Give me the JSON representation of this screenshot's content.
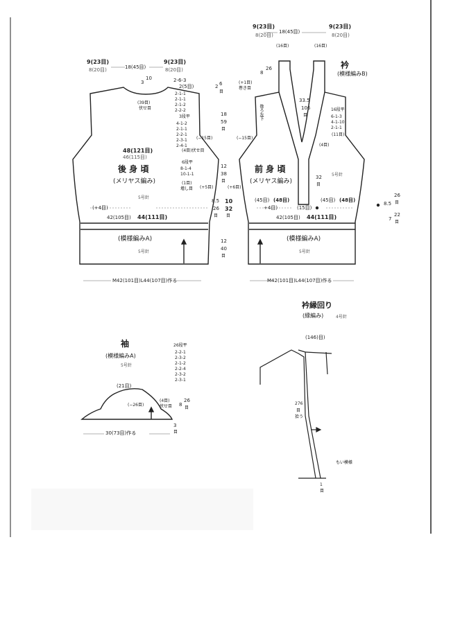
{
  "back": {
    "title": "後 身 頃",
    "subtitle": "(メリヤス編み)",
    "needle": "5号針",
    "band_label": "(模様編みA)",
    "band_needle": "5号針",
    "shoulder_left": "9(23目)",
    "shoulder_left_sub": "8(20目)",
    "neck_width": "18(45目)",
    "shoulder_right": "9(23目)",
    "shoulder_right_sub": "8(20目)",
    "neck_drop": "3",
    "neck_drop2": "10",
    "neck_shape": "2-6-3",
    "neck_shape2": "2(5目)",
    "neck_bind": "(39目)",
    "neck_bind2": "伏せ目",
    "shoulder_dec": "2-1-1\n2-1-1\n2-1-2\n2-2-2",
    "armhole_top": "3段平",
    "armhole_dec": "4-1-2\n2-1-1\n2-2-1\n2-3-1\n2-4-1",
    "armhole_bind": "(4目)伏せ目",
    "armhole_15": "(−15目)",
    "side_top": "6段平",
    "side_dec": "8-1-4\n10-1-1",
    "side_1": "(1目)",
    "side_1b": "増し目",
    "width_chest": "48(121目)",
    "width_chest2": "46(115目)",
    "inc_4": "(+4目)",
    "width_hem": "42(105目)",
    "width_hem_bold": "44(111目)",
    "hem_note": "M42(101目)L44(107目)作る",
    "plus5": "(+5目)"
  },
  "center": {
    "v1": "18",
    "v1b": "59",
    "v1c": "目",
    "v2": "12",
    "v2b": "38",
    "v2c": "目",
    "v3": "8.5",
    "v3b": "26",
    "v3c": "目",
    "v3d": "10",
    "v3e": "32",
    "v3f": "目",
    "v4": "12",
    "v4b": "40",
    "v4c": "目",
    "shoulder": "2",
    "shoulder_b": "6",
    "shoulder_c": "目"
  },
  "front": {
    "title": "前 身 頃",
    "subtitle": "(メリヤス編み)",
    "needle": "5号針",
    "band_label": "(模様編みA)",
    "band_needle": "5号針",
    "collar_title": "衿",
    "collar_sub": "(模様編みB)",
    "shoulder_left": "9(23目)",
    "shoulder_left_sub": "8(20目)",
    "neck_width": "18(45目)",
    "shoulder_right": "9(23目)",
    "shoulder_right_sub": "8(20目)",
    "collar_w1": "(16目)",
    "collar_w2": "(16目)",
    "collar_h": "33.5",
    "collar_h2": "106",
    "collar_h3": "目",
    "neck_26": "26",
    "neck_8": "8",
    "plus1": "(+1目)",
    "plus1b": "巻き目",
    "armhole_15": "(−15目)",
    "rows_16": "16段平",
    "dec_lines": "6-1-3\n4-1-10\n2-1-1",
    "dec_11": "(11目)",
    "dec_4": "(4目)",
    "neck_32": "32",
    "neck_32b": "目",
    "width_45": "(45目)",
    "width_48": "(48目)",
    "width_45b": "(45目)",
    "width_48b": "(48目)",
    "plus4": "+4目)",
    "gap_15": "(15目)",
    "width_hem": "42(105目)",
    "width_hem_bold": "44(111目)",
    "hem_note": "M42(101目)L44(107目)作る",
    "plus6": "(+6目)",
    "side_85": "8.5",
    "side_26": "26",
    "side_26b": "目",
    "side_7": "7",
    "side_22": "22",
    "side_22b": "目",
    "vtext": "後ろ左下"
  },
  "sleeve": {
    "title": "袖",
    "subtitle": "(模様編みA)",
    "needle": "5号針",
    "top_stitches": "(21目)",
    "dec_26": "(−26目)",
    "bind_4": "(4目)",
    "bind_4b": "伏せ目",
    "rows_26": "26段平",
    "rows_dec": "2-2-1\n2-3-2\n2-1-2\n2-2-4\n2-3-2\n2-3-1",
    "side_8": "8",
    "side_26": "26",
    "side_26b": "目",
    "width": "30(73目)作る",
    "bottom_3": "3",
    "bottom_3b": "目"
  },
  "edging": {
    "title": "衿縁回り",
    "subtitle": "(縁編み)",
    "needle": "4号針",
    "top_stitches": "(146)目)",
    "side_note": "276",
    "side_note2": "目",
    "side_note3": "拾う",
    "pattern_note": "もい模様",
    "bottom": "1",
    "bottom2": "目"
  }
}
